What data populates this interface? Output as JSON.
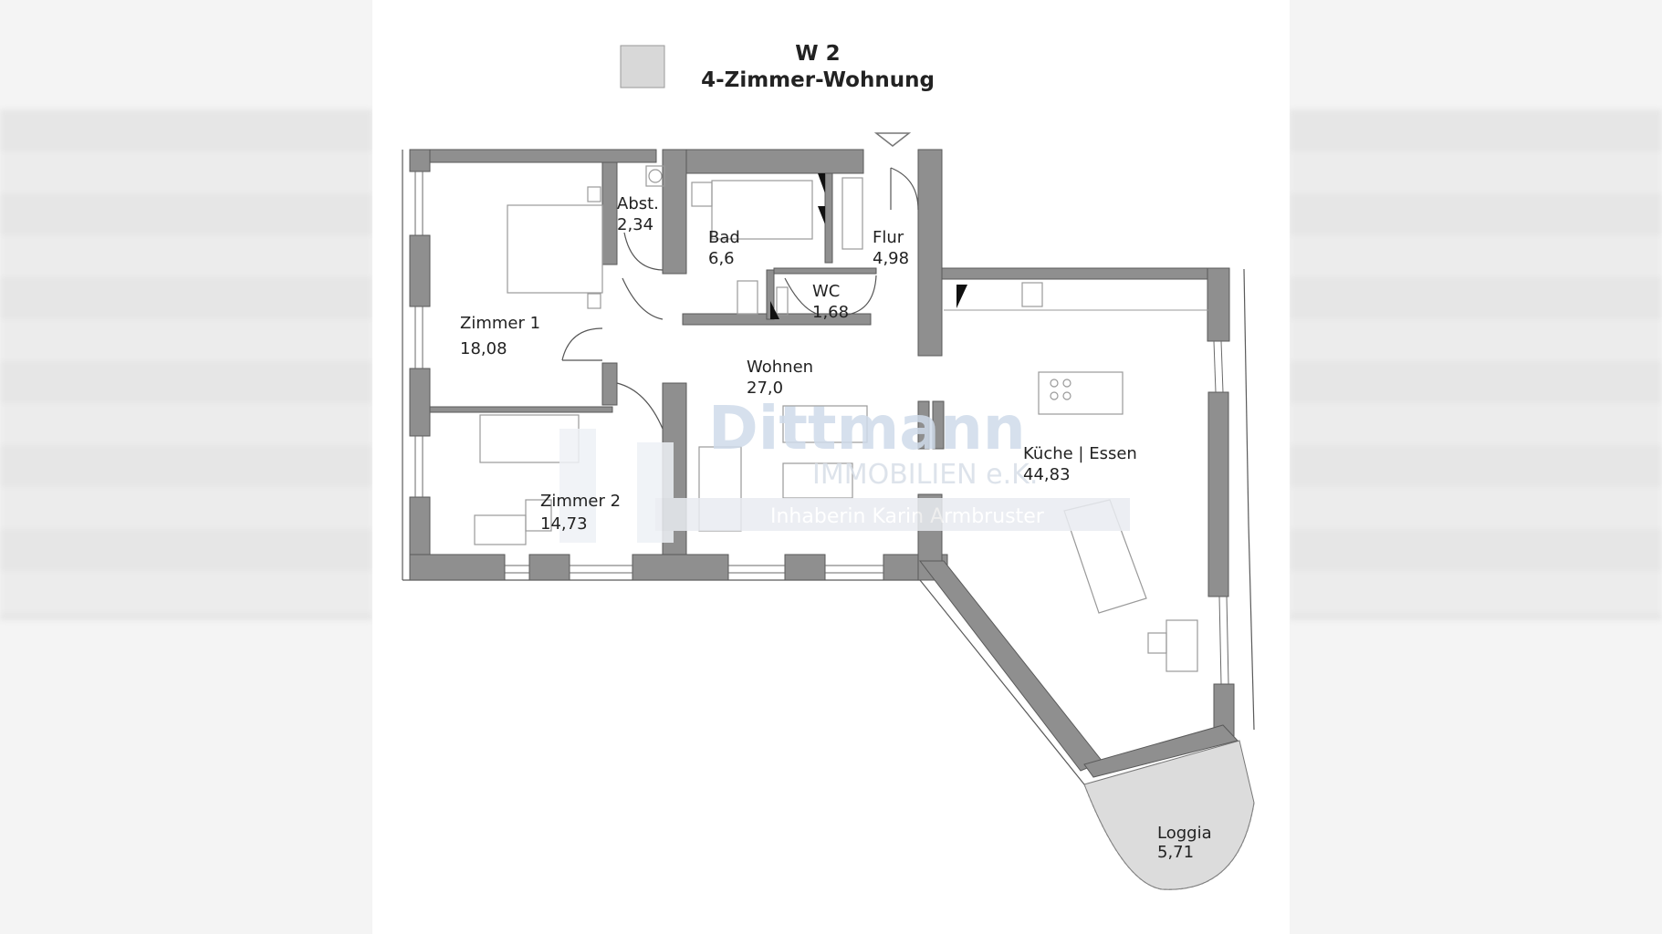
{
  "header": {
    "unit_code": "W 2",
    "unit_type": "4-Zimmer-Wohnung",
    "legend_swatch_color": "#d8d8d8"
  },
  "watermark": {
    "brand": "Dittmann",
    "brand_sub": "IMMOBILIEN e.K.",
    "owner_line": "Inhaberin Karin Armbruster"
  },
  "rooms": {
    "zimmer1": {
      "name": "Zimmer 1",
      "area": "18,08"
    },
    "abst": {
      "name": "Abst.",
      "area": "2,34"
    },
    "bad": {
      "name": "Bad",
      "area": "6,6"
    },
    "flur": {
      "name": "Flur",
      "area": "4,98"
    },
    "wc": {
      "name": "WC",
      "area": "1,68"
    },
    "wohnen": {
      "name": "Wohnen",
      "area": "27,0"
    },
    "zimmer2": {
      "name": "Zimmer 2",
      "area": "14,73"
    },
    "kueche": {
      "name": "Küche | Essen",
      "area": "44,83"
    },
    "loggia": {
      "name": "Loggia",
      "area": "5,71"
    }
  },
  "colors": {
    "wall": "#8f8f8f",
    "wall_edge": "#5a5a5a",
    "loggia_fill": "#dcdcdc",
    "furniture": "#9a9a9a"
  }
}
